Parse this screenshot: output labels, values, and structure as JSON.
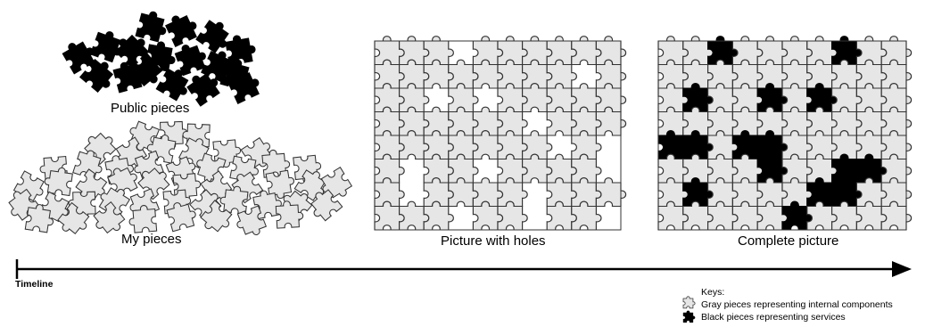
{
  "labels": {
    "public_pieces": "Public pieces",
    "my_pieces": "My pieces",
    "picture_with_holes": "Picture with holes",
    "complete_picture": "Complete picture",
    "timeline": "Timeline"
  },
  "keys": {
    "title": "Keys:",
    "gray": "Gray pieces representing internal components",
    "black": "Black pieces representing services"
  },
  "colors": {
    "gray_piece": "#e6e6e6",
    "black_piece": "#000000",
    "outline": "#333333"
  }
}
